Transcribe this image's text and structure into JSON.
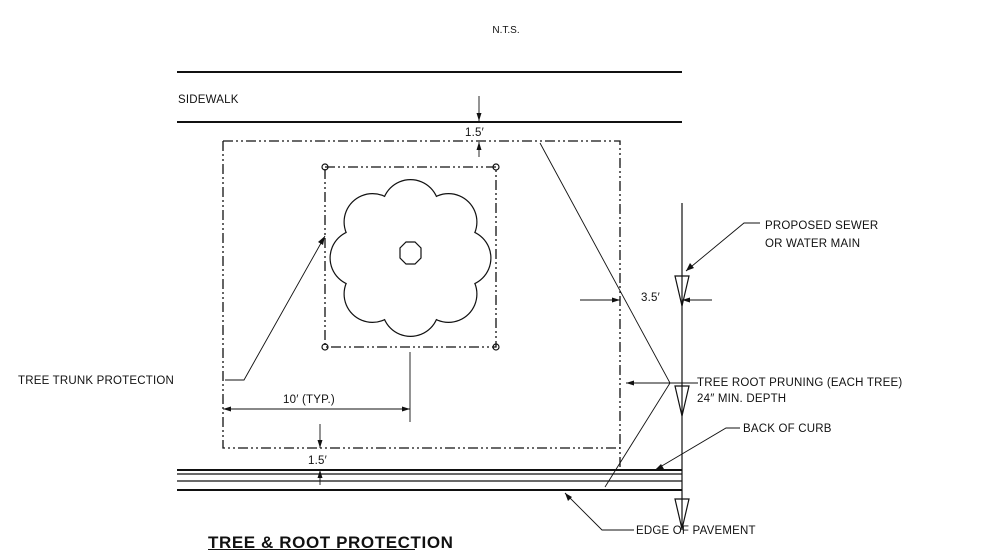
{
  "scale_note": "N.T.S.",
  "labels": {
    "sidewalk": "SIDEWALK",
    "offset_top": "1.5′",
    "offset_bottom": "1.5′",
    "spacing_typ": "10′ (TYP.)",
    "setback": "3.5′",
    "main_line1": "PROPOSED SEWER",
    "main_line2": "OR WATER MAIN",
    "trunk_protection": "TREE TRUNK PROTECTION",
    "pruning_line1": "TREE ROOT PRUNING (EACH TREE)",
    "pruning_line2": "24″ MIN. DEPTH",
    "back_of_curb": "BACK OF CURB",
    "edge_of_pavement": "EDGE OF PAVEMENT"
  },
  "title": "TREE & ROOT PROTECTION"
}
